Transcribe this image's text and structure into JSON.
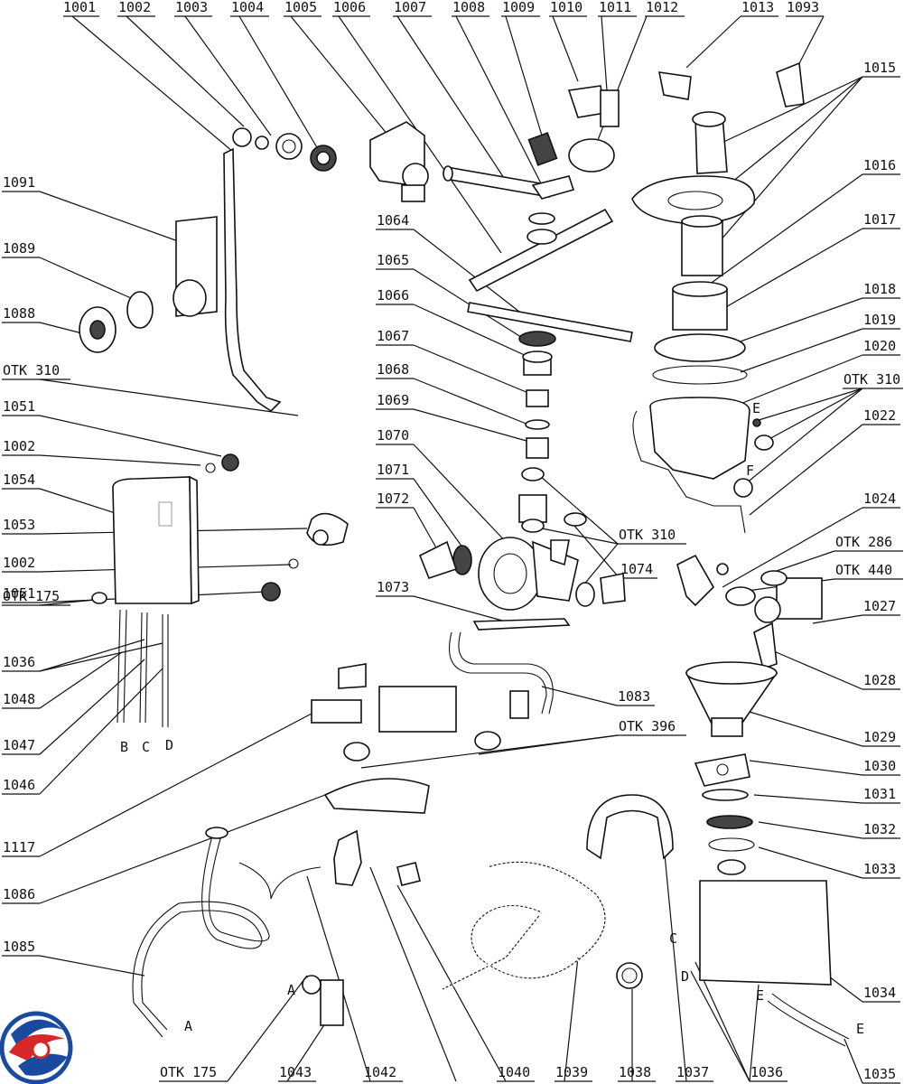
{
  "callouts": {
    "p1001": "1001",
    "p1002": "1002",
    "p1003": "1003",
    "p1004": "1004",
    "p1005": "1005",
    "p1006": "1006",
    "p1007": "1007",
    "p1008": "1008",
    "p1009": "1009",
    "p1010": "1010",
    "p1011": "1011",
    "p1012": "1012",
    "p1013": "1013",
    "p1093": "1093",
    "p1015": "1015",
    "p1016": "1016",
    "p1017": "1017",
    "p1018": "1018",
    "p1019": "1019",
    "p1020": "1020",
    "otk310_right": "OTK 310",
    "p1022": "1022",
    "p1024": "1024",
    "otk286": "OTK 286",
    "otk440": "OTK 440",
    "p1027": "1027",
    "p1028": "1028",
    "p1029": "1029",
    "p1030": "1030",
    "p1031": "1031",
    "p1032": "1032",
    "p1033": "1033",
    "p1034": "1034",
    "p1035": "1035",
    "p1036_bottom": "1036",
    "p1037": "1037",
    "p1038": "1038",
    "p1039": "1039",
    "p1040": "1040",
    "p1042": "1042",
    "p1043": "1043",
    "otk175_bottom": "OTK 175",
    "p1085": "1085",
    "p1086": "1086",
    "p1117": "1117",
    "p1046": "1046",
    "p1047": "1047",
    "p1048": "1048",
    "p1036_left": "1036",
    "otk175_left": "OTK 175",
    "p1051_lower": "1051",
    "p1002_lower": "1002",
    "p1053": "1053",
    "p1054": "1054",
    "p1002_mid": "1002",
    "p1051_upper": "1051",
    "otk310_left": "OTK 310",
    "p1088": "1088",
    "p1089": "1089",
    "p1091": "1091",
    "p1064": "1064",
    "p1065": "1065",
    "p1066": "1066",
    "p1067": "1067",
    "p1068": "1068",
    "p1069": "1069",
    "p1070": "1070",
    "p1071": "1071",
    "p1072": "1072",
    "p1073": "1073",
    "otk310_center": "OTK 310",
    "p1074": "1074",
    "p1083": "1083",
    "otk396": "OTK 396"
  },
  "hose_letters": {
    "a1": "A",
    "a2": "A",
    "b": "B",
    "c1": "C",
    "c2": "C",
    "d1": "D",
    "d2": "D",
    "e1": "E",
    "e2": "E",
    "e3": "E",
    "f": "F"
  },
  "brand": {
    "logo_name": "brand-logo"
  }
}
